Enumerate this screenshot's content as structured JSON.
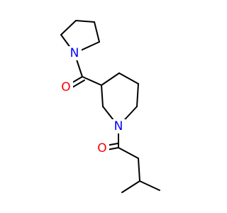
{
  "molecule": {
    "atoms": [
      {
        "id": "n_pyrrolidine",
        "symbol": "N",
        "color": "#0000ff"
      },
      {
        "id": "o_top",
        "symbol": "O",
        "color": "#ff0000"
      },
      {
        "id": "n_piperidine",
        "symbol": "N",
        "color": "#0000ff"
      },
      {
        "id": "o_bottom",
        "symbol": "O",
        "color": "#ff0000"
      }
    ],
    "bond_color": "#000000",
    "background": "#ffffff"
  }
}
